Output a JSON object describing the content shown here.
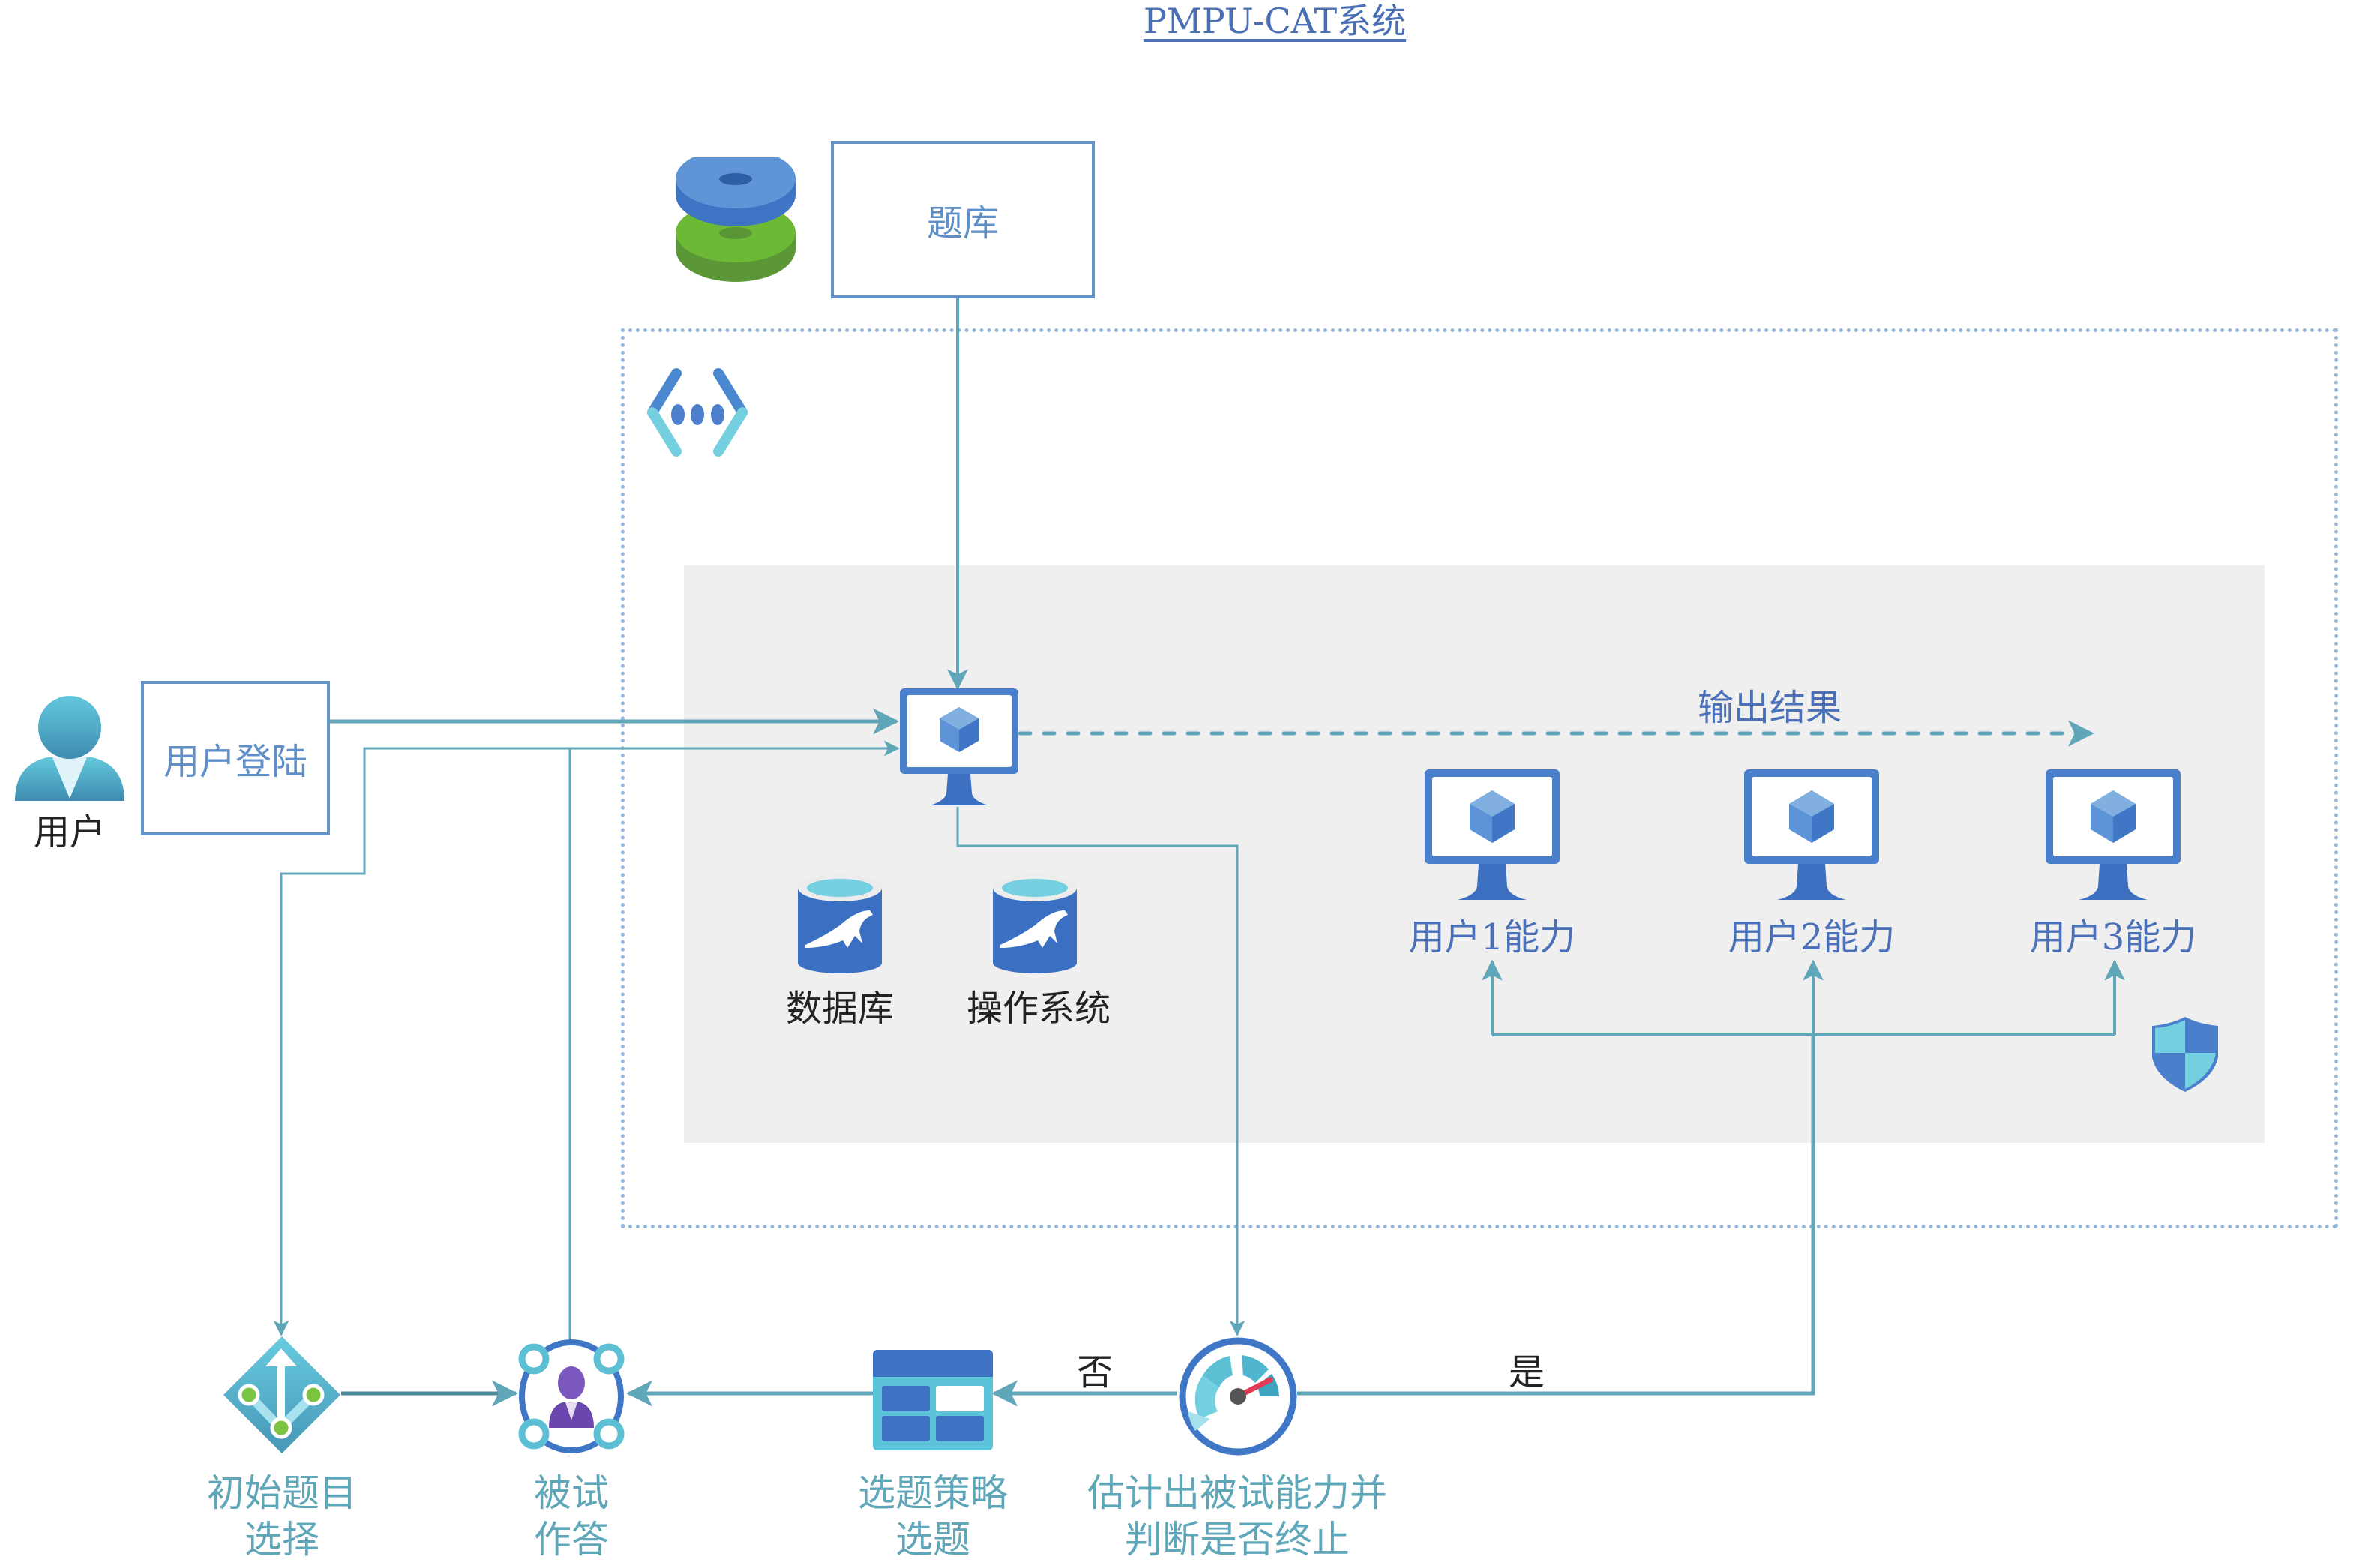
{
  "title": "PMPU-CAT系统",
  "question_bank": {
    "label": "题库",
    "icon": "stacked-disks-icon"
  },
  "user": {
    "label": "用户",
    "icon": "user-icon"
  },
  "login": {
    "label": "用户登陆"
  },
  "vnet_icon": "virtual-network-icon",
  "server": {
    "icon": "virtual-machine-icon"
  },
  "output_label": "输出结果",
  "databases": [
    {
      "label": "数据库",
      "icon": "mariadb-database-icon"
    },
    {
      "label": "操作系统",
      "icon": "mariadb-database-icon"
    }
  ],
  "ability_nodes": [
    {
      "label": "用户1能力",
      "icon": "virtual-machine-icon"
    },
    {
      "label": "用户2能力",
      "icon": "virtual-machine-icon"
    },
    {
      "label": "用户3能力",
      "icon": "virtual-machine-icon"
    }
  ],
  "security_icon": "shield-icon",
  "flow": [
    {
      "label_line1": "初始题目",
      "label_line2": "选择",
      "icon": "branch-diamond-icon"
    },
    {
      "label_line1": "被试",
      "label_line2": "作答",
      "icon": "user-network-icon"
    },
    {
      "label_line1": "选题策略",
      "label_line2": "选题",
      "icon": "table-grid-icon"
    },
    {
      "label_line1": "估计出被试能力并",
      "label_line2": "判断是否终止",
      "icon": "gauge-icon"
    }
  ],
  "edge_labels": {
    "no": "否",
    "yes": "是"
  },
  "colors": {
    "line": "#5fa6b8",
    "accent": "#4a6fb5",
    "box_border": "#6393c6"
  }
}
